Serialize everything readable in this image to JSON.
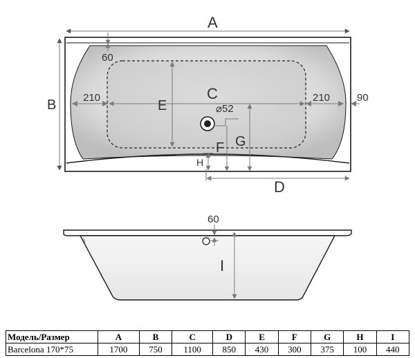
{
  "top_view": {
    "labels": {
      "A": "A",
      "B": "B",
      "C": "C",
      "D": "D",
      "E": "E",
      "F": "F",
      "G": "G",
      "H": "H"
    },
    "dims": {
      "top_offset": "60",
      "left_offset": "210",
      "right_offset": "210",
      "rim_right": "90",
      "drain_diameter": "⌀52"
    }
  },
  "side_view": {
    "labels": {
      "I": "I"
    },
    "dims": {
      "top_offset": "60"
    }
  },
  "colors": {
    "line": "#1a1a1a",
    "dim_line": "#7a7a7a",
    "tub_fill_light": "#e8e8e8",
    "tub_fill_dark": "#c4c4c4",
    "inner_fill": "#bdbdbd"
  },
  "table": {
    "headers": [
      "Модель/Размер",
      "A",
      "B",
      "C",
      "D",
      "E",
      "F",
      "G",
      "H",
      "I"
    ],
    "rows": [
      [
        "Barcelona 170*75",
        "1700",
        "750",
        "1100",
        "850",
        "430",
        "300",
        "375",
        "100",
        "440"
      ]
    ]
  }
}
